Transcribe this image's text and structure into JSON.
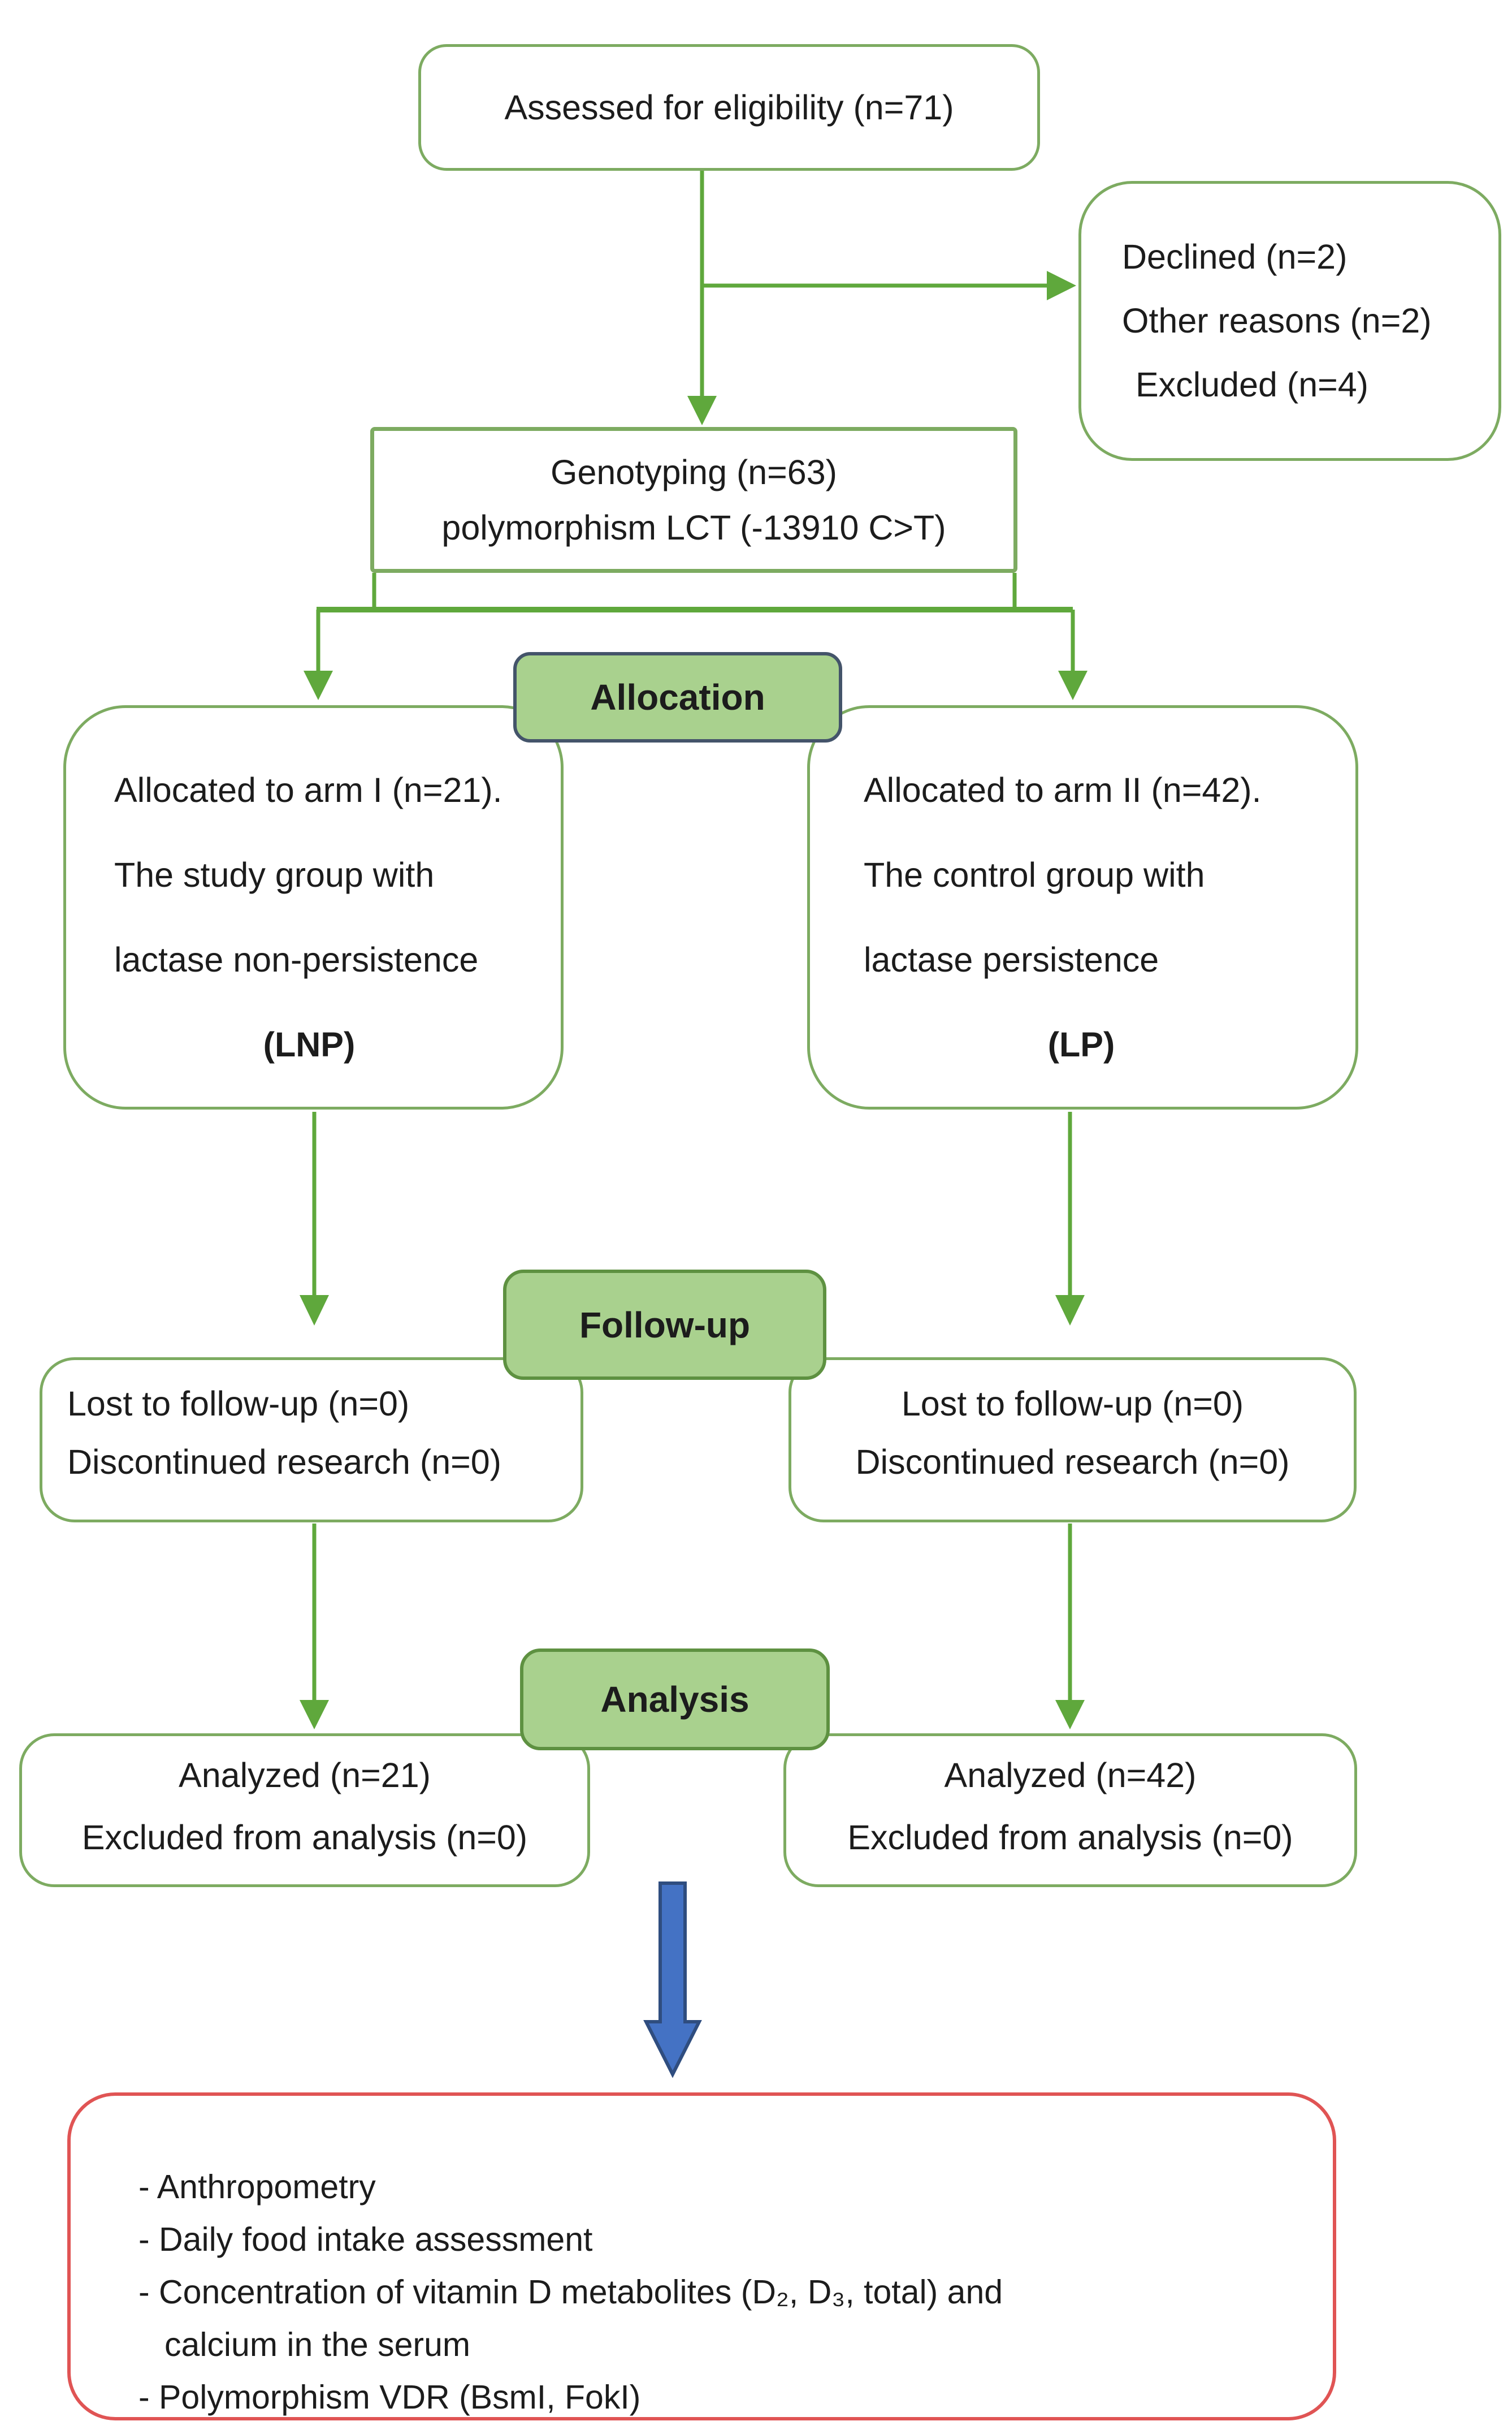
{
  "colors": {
    "line_green": "#5fa83c",
    "box_border_green": "#7dab61",
    "label_fill_green": "#a9d18e",
    "label_border_green": "#5e9141",
    "allocation_border_blue": "#44546a",
    "arrow_blue_fill": "#4472c4",
    "arrow_blue_border": "#2f4d7f",
    "outcomes_border_red": "#e05454",
    "text": "#1c1c1c"
  },
  "flow": {
    "assessed": {
      "text": "Assessed for eligibility (n=71)"
    },
    "exclusions": {
      "line1": "Declined (n=2)",
      "line2": "Other reasons (n=2)",
      "line3": "Excluded (n=4)"
    },
    "genotyping": {
      "line1": "Genotyping (n=63)",
      "line2": "polymorphism LCT (-13910 C>T)"
    },
    "allocation": {
      "label": "Allocation"
    },
    "arm1": {
      "line1": "Allocated to arm I (n=21).",
      "line2": "The study group with",
      "line3": "lactase non-persistence",
      "abbr": "(LNP)"
    },
    "arm2": {
      "line1": "Allocated to arm II (n=42).",
      "line2": "The control group with",
      "line3": "lactase persistence",
      "abbr": "(LP)"
    },
    "followup": {
      "label": "Follow-up"
    },
    "followup_left": {
      "line1": "Lost to follow-up (n=0)",
      "line2": "Discontinued research (n=0)"
    },
    "followup_right": {
      "line1": "Lost to follow-up (n=0)",
      "line2": "Discontinued research (n=0)"
    },
    "analysis": {
      "label": "Analysis"
    },
    "analysis_left": {
      "line1": "Analyzed (n=21)",
      "line2": "Excluded from analysis (n=0)"
    },
    "analysis_right": {
      "line1": "Analyzed (n=42)",
      "line2": "Excluded from analysis (n=0)"
    },
    "outcomes": {
      "item1": "- Anthropometry",
      "item2": "- Daily food intake assessment",
      "item3": "- Concentration of vitamin D metabolites (D₂, D₃, total) and",
      "item3_cont": "calcium in the serum",
      "item4": "- Polymorphism VDR (BsmI, FokI)"
    }
  }
}
